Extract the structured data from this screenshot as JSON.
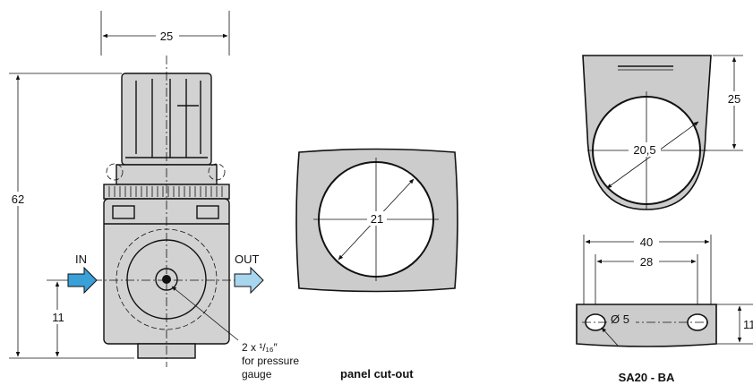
{
  "regulator": {
    "dim_width": "25",
    "dim_height": "62",
    "dim_port_height": "11",
    "port_in": "IN",
    "port_out": "OUT",
    "gauge_note_line1": "2 x ¹/₁₆″",
    "gauge_note_line2": "for pressure",
    "gauge_note_line3": "gauge"
  },
  "panel_cutout": {
    "dim_diameter": "21",
    "caption": "panel cut-out"
  },
  "bracket": {
    "dim_height": "25",
    "dim_diameter": "20,5",
    "dim_width": "40",
    "dim_hole_spacing": "28",
    "dim_hole": "Ø 5",
    "dim_thickness": "11",
    "caption": "SA20 - BA"
  },
  "colors": {
    "arrow_in": "#3aa0d8",
    "arrow_out": "#a9d6ef",
    "body_fill": "#d2d2d2"
  }
}
